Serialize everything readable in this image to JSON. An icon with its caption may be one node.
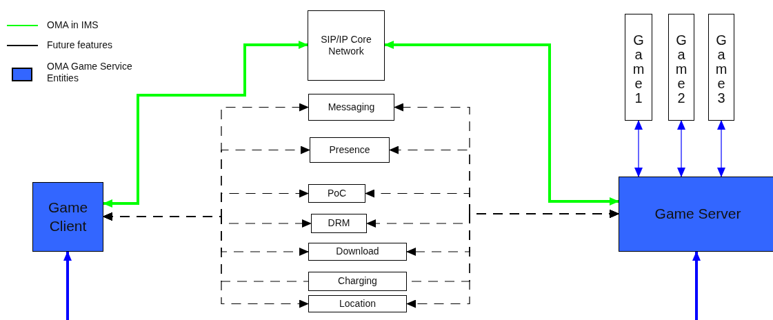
{
  "diagram": {
    "nodes": [
      {
        "text": [
          "SIP/IP Core Network"
        ]
      },
      {
        "text": [
          "Game 1"
        ]
      },
      {
        "text": [
          "Game 2"
        ]
      },
      {
        "text": [
          "Game 3"
        ]
      },
      {
        "text": [
          "Game Client"
        ]
      },
      {
        "text": [
          "Game Server"
        ]
      },
      {
        "text": [
          "Messaging"
        ]
      },
      {
        "text": [
          "Presence"
        ]
      },
      {
        "text": [
          "PoC"
        ]
      },
      {
        "text": [
          "DRM"
        ]
      },
      {
        "text": [
          "Download"
        ]
      },
      {
        "text": [
          "Charging"
        ]
      },
      {
        "text": [
          "Location"
        ]
      }
    ],
    "edges": [
      {
        "from": 4,
        "to": 0,
        "arrow": "both",
        "style": "thick",
        "color": "#00ff00"
      },
      {
        "from": 5,
        "to": 0,
        "arrow": "both",
        "style": "thick",
        "color": "#00ff00"
      },
      {
        "from": 1,
        "to": 5,
        "arrow": "both",
        "color": "#0000ff"
      },
      {
        "from": 2,
        "to": 5,
        "arrow": "both",
        "color": "#0000ff"
      },
      {
        "from": 3,
        "to": 5,
        "arrow": "both",
        "color": "#0000ff"
      },
      {
        "from": 4,
        "to": 6,
        "arrow": "both",
        "style": "dashed"
      },
      {
        "from": 4,
        "to": 7,
        "arrow": "both",
        "style": "dashed"
      },
      {
        "from": 4,
        "to": 8,
        "arrow": "both",
        "style": "dashed"
      },
      {
        "from": 4,
        "to": 9,
        "arrow": "both",
        "style": "dashed"
      },
      {
        "from": 4,
        "to": 10,
        "arrow": "both",
        "style": "dashed"
      },
      {
        "from": 4,
        "to": 11,
        "arrow": "none",
        "style": "dashed"
      },
      {
        "from": 4,
        "to": 12,
        "arrow": "both",
        "style": "dashed"
      },
      {
        "from": 5,
        "to": 6,
        "arrow": "both",
        "style": "dashed"
      },
      {
        "from": 5,
        "to": 7,
        "arrow": "both",
        "style": "dashed"
      },
      {
        "from": 5,
        "to": 8,
        "arrow": "both",
        "style": "dashed"
      },
      {
        "from": 5,
        "to": 9,
        "arrow": "both",
        "style": "dashed"
      },
      {
        "from": 5,
        "to": 10,
        "arrow": "both",
        "style": "dashed"
      },
      {
        "from": 5,
        "to": 11,
        "arrow": "none",
        "style": "dashed"
      },
      {
        "from": 5,
        "to": 12,
        "arrow": "both",
        "style": "dashed"
      },
      {
        "from": null,
        "to": 4,
        "arrow": "to",
        "style": "thick",
        "color": "#0000ff"
      },
      {
        "from": null,
        "to": 5,
        "arrow": "to",
        "style": "thick",
        "color": "#0000ff"
      }
    ],
    "legend": [
      {
        "text": "OMA in IMS"
      },
      {
        "text": "Future features"
      },
      {
        "text": "OMA Game Service Entities",
        "color": "#3366ff"
      }
    ]
  }
}
